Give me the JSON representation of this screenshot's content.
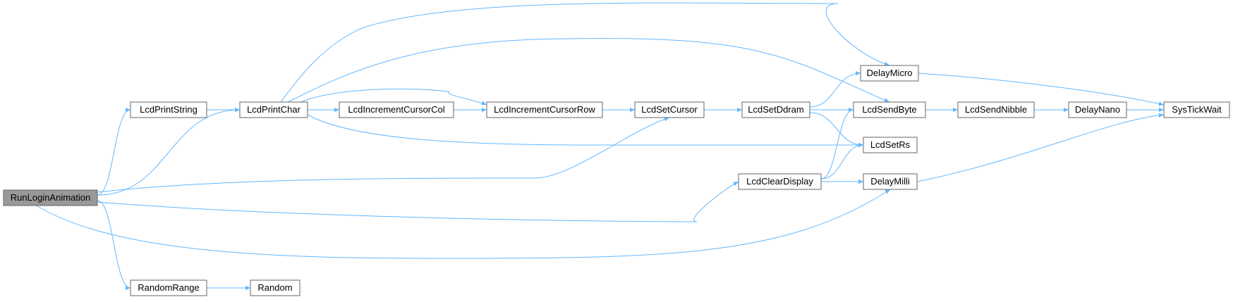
{
  "graph": {
    "root": "RunLoginAnimation",
    "colors": {
      "edge": "#63b8ff",
      "root_fill": "#999999",
      "node_border": "#666666",
      "node_fill": "#ffffff"
    },
    "nodes": [
      {
        "id": "RunLoginAnimation",
        "label": "RunLoginAnimation"
      },
      {
        "id": "LcdPrintString",
        "label": "LcdPrintString"
      },
      {
        "id": "LcdPrintChar",
        "label": "LcdPrintChar"
      },
      {
        "id": "LcdIncrementCursorCol",
        "label": "LcdIncrementCursorCol"
      },
      {
        "id": "LcdIncrementCursorRow",
        "label": "LcdIncrementCursorRow"
      },
      {
        "id": "LcdSetCursor",
        "label": "LcdSetCursor"
      },
      {
        "id": "LcdSetDdram",
        "label": "LcdSetDdram"
      },
      {
        "id": "DelayMicro",
        "label": "DelayMicro"
      },
      {
        "id": "LcdSendByte",
        "label": "LcdSendByte"
      },
      {
        "id": "LcdSetRs",
        "label": "LcdSetRs"
      },
      {
        "id": "LcdSendNibble",
        "label": "LcdSendNibble"
      },
      {
        "id": "DelayNano",
        "label": "DelayNano"
      },
      {
        "id": "SysTickWait",
        "label": "SysTickWait"
      },
      {
        "id": "LcdClearDisplay",
        "label": "LcdClearDisplay"
      },
      {
        "id": "DelayMilli",
        "label": "DelayMilli"
      },
      {
        "id": "RandomRange",
        "label": "RandomRange"
      },
      {
        "id": "Random",
        "label": "Random"
      }
    ],
    "edges": [
      {
        "from": "RunLoginAnimation",
        "to": "LcdPrintString"
      },
      {
        "from": "RunLoginAnimation",
        "to": "LcdPrintChar"
      },
      {
        "from": "RunLoginAnimation",
        "to": "LcdSetCursor"
      },
      {
        "from": "RunLoginAnimation",
        "to": "LcdClearDisplay"
      },
      {
        "from": "RunLoginAnimation",
        "to": "DelayMilli"
      },
      {
        "from": "RunLoginAnimation",
        "to": "RandomRange"
      },
      {
        "from": "LcdPrintString",
        "to": "LcdPrintChar"
      },
      {
        "from": "LcdPrintChar",
        "to": "LcdIncrementCursorCol"
      },
      {
        "from": "LcdPrintChar",
        "to": "LcdIncrementCursorRow"
      },
      {
        "from": "LcdPrintChar",
        "to": "DelayMicro"
      },
      {
        "from": "LcdPrintChar",
        "to": "LcdSendByte"
      },
      {
        "from": "LcdPrintChar",
        "to": "LcdSetRs"
      },
      {
        "from": "LcdIncrementCursorCol",
        "to": "LcdIncrementCursorRow"
      },
      {
        "from": "LcdIncrementCursorRow",
        "to": "LcdSetCursor"
      },
      {
        "from": "LcdSetCursor",
        "to": "LcdSetDdram"
      },
      {
        "from": "LcdSetDdram",
        "to": "DelayMicro"
      },
      {
        "from": "LcdSetDdram",
        "to": "LcdSendByte"
      },
      {
        "from": "LcdSetDdram",
        "to": "LcdSetRs"
      },
      {
        "from": "LcdClearDisplay",
        "to": "LcdSendByte"
      },
      {
        "from": "LcdClearDisplay",
        "to": "LcdSetRs"
      },
      {
        "from": "LcdClearDisplay",
        "to": "DelayMilli"
      },
      {
        "from": "LcdSendByte",
        "to": "LcdSendNibble"
      },
      {
        "from": "LcdSendNibble",
        "to": "DelayNano"
      },
      {
        "from": "DelayNano",
        "to": "SysTickWait"
      },
      {
        "from": "DelayMicro",
        "to": "SysTickWait"
      },
      {
        "from": "DelayMilli",
        "to": "SysTickWait"
      },
      {
        "from": "RandomRange",
        "to": "Random"
      }
    ]
  }
}
